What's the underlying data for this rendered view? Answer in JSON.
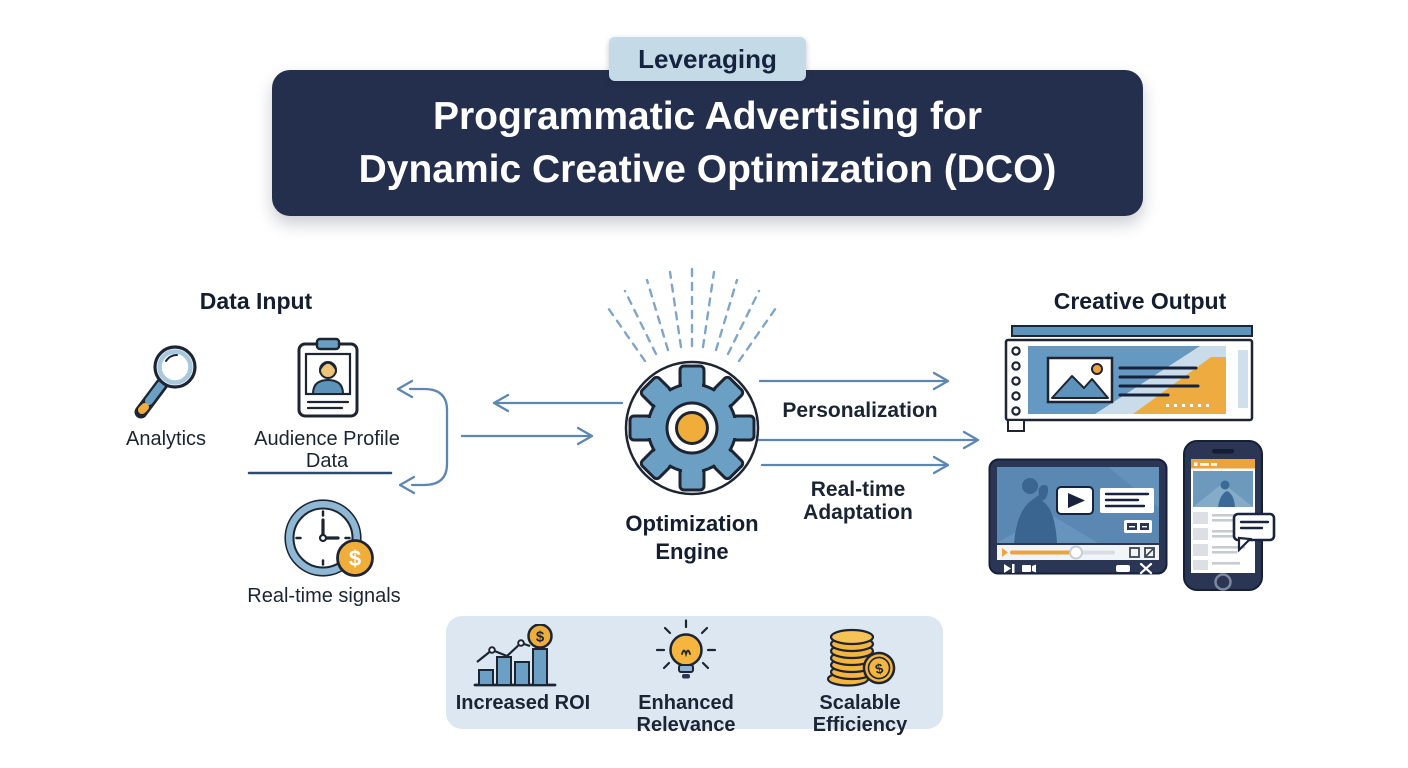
{
  "colors": {
    "header_bg": "#242f4e",
    "tag_bg": "#c4dae6",
    "icon_blue": "#6ba0c4",
    "accent_orange": "#f1ad39",
    "arrow_blue": "#5d87b2",
    "panel_bg": "#dde7f2",
    "outline": "#1d2533"
  },
  "header": {
    "tag": "Leveraging",
    "title_line1": "Programmatic Advertising for",
    "title_line2": "Dynamic Creative Optimization (DCO)"
  },
  "data_input": {
    "heading": "Data Input",
    "items": [
      {
        "label": "Analytics",
        "icon": "magnifier-icon"
      },
      {
        "label": "Audience Profile Data",
        "icon": "profile-card-icon"
      },
      {
        "label": "Real-time signals",
        "icon": "clock-dollar-icon"
      }
    ]
  },
  "engine": {
    "label": "Optimization Engine",
    "icon": "gear-icon"
  },
  "flows": {
    "personalization": "Personalization",
    "realtime_adaptation": "Real-time Adaptation"
  },
  "creative_output": {
    "heading": "Creative Output",
    "mockups": [
      "banner-ad-mockup",
      "video-player-mockup",
      "mobile-ad-mockup"
    ]
  },
  "benefits": {
    "items": [
      {
        "label": "Increased ROI",
        "icon": "growth-chart-coin-icon"
      },
      {
        "label": "Enhanced Relevance",
        "icon": "lightbulb-icon"
      },
      {
        "label": "Scalable Efficiency",
        "icon": "coin-stack-icon"
      }
    ]
  },
  "glyphs": {
    "dollar": "$"
  }
}
